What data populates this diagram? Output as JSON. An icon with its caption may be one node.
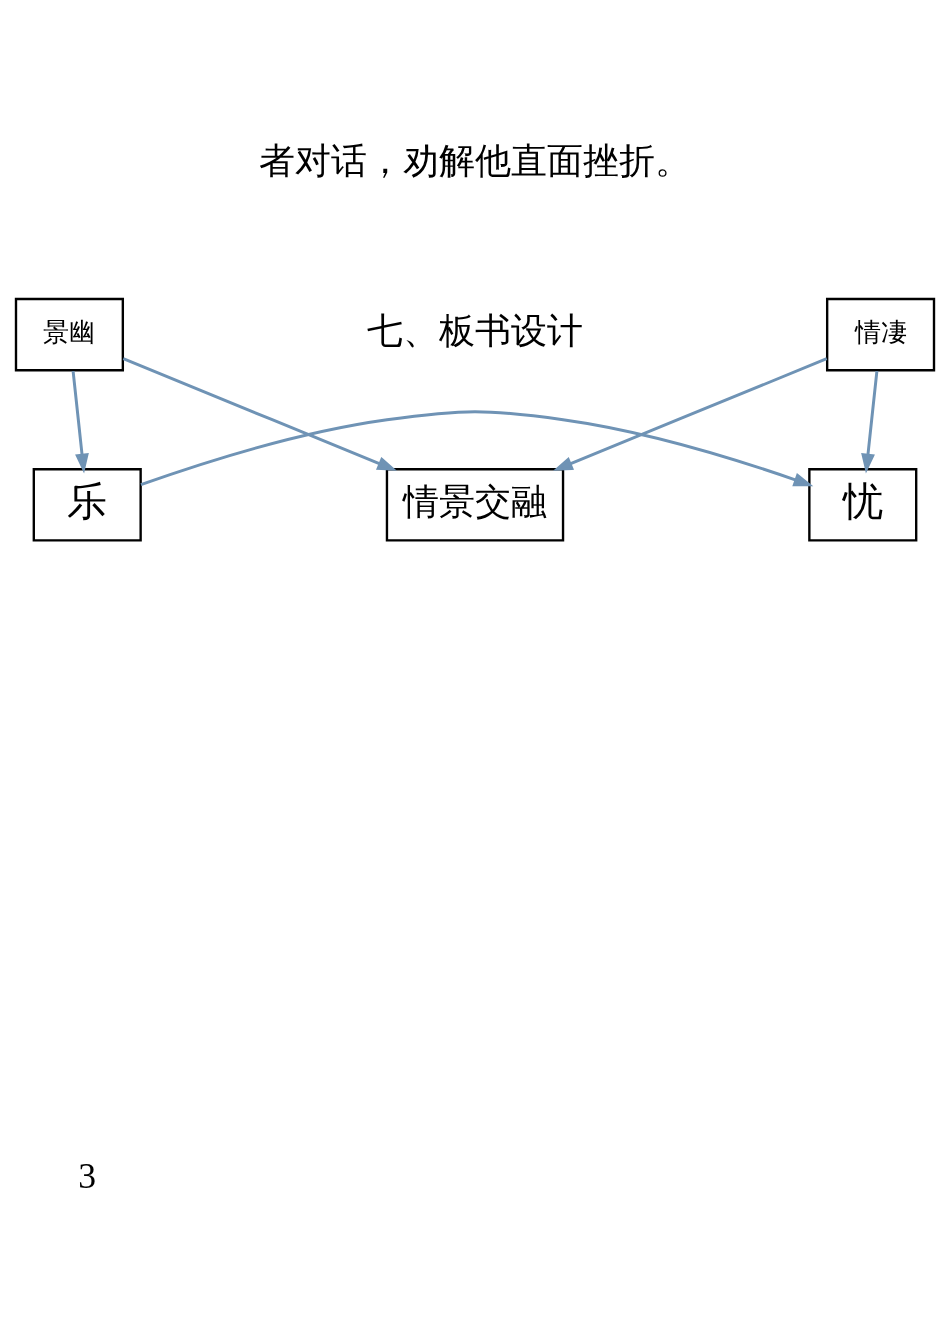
{
  "diagram": {
    "nodes": [
      {
        "text": [
          "情景交融"
        ]
      },
      {
        "text": [
          "景幽"
        ]
      },
      {
        "text": [
          "情凄"
        ]
      },
      {
        "text": [
          "乐"
        ]
      },
      {
        "text": [
          "忧"
        ]
      }
    ],
    "edges": [
      {
        "from": 1,
        "to": 0,
        "arrow": "to"
      },
      {
        "from": 2,
        "to": 0,
        "arrow": "to"
      },
      {
        "from": 1,
        "to": 3,
        "arrow": "to"
      },
      {
        "from": 2,
        "to": 4,
        "arrow": "to"
      },
      {
        "from": 3,
        "to": 4,
        "arrow": "to"
      }
    ],
    "labels": [
      "者对话，劝解他直面挫折。",
      "七、板书设计",
      "3"
    ]
  }
}
